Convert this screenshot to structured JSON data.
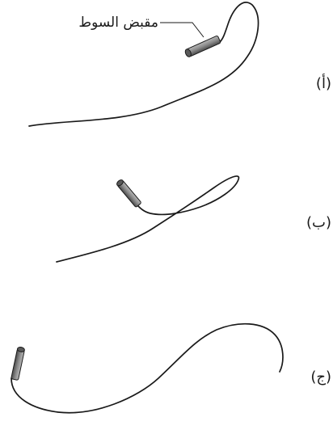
{
  "panels": [
    {
      "id": "a",
      "label": "(أ)"
    },
    {
      "id": "b",
      "label": "(ب)"
    },
    {
      "id": "c",
      "label": "(ج)"
    }
  ],
  "callout": {
    "text": "مقبض السوط"
  },
  "colors": {
    "ink": "#1a1a1a",
    "handle_dark": "#4a4a4a",
    "handle_light": "#b8b8b8"
  }
}
